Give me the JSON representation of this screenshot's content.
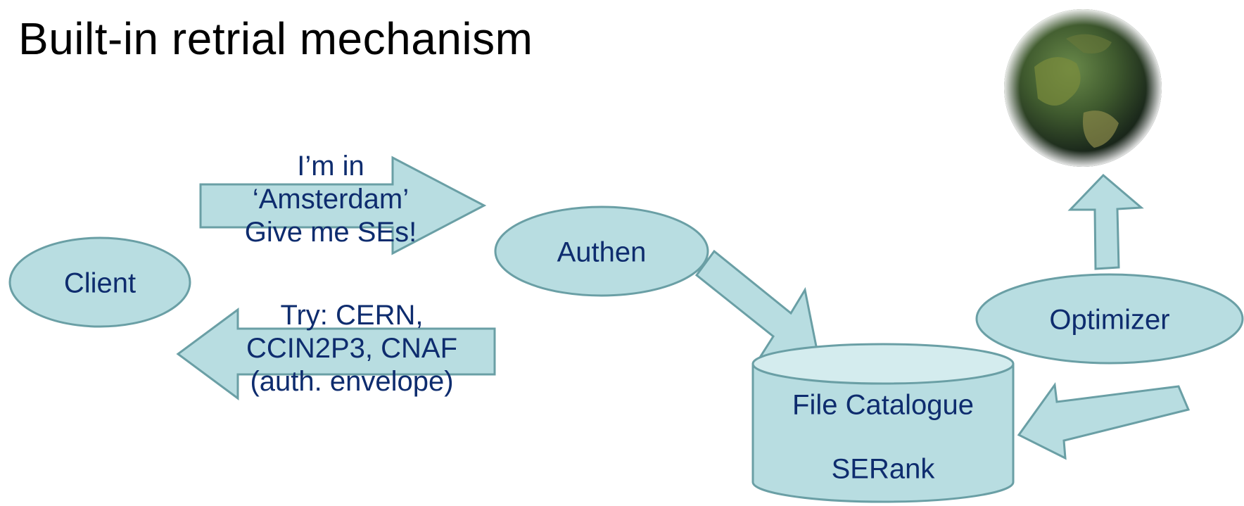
{
  "slide": {
    "title": "Built-in retrial mechanism"
  },
  "nodes": {
    "client": "Client",
    "authen": "Authen",
    "file_catalogue": "File Catalogue",
    "serank": "SERank",
    "optimizer": "Optimizer"
  },
  "messages": {
    "request": [
      "I’m in",
      "‘Amsterdam’",
      "Give me SEs!"
    ],
    "reply": [
      "Try:  CERN,",
      "CCIN2P3, CNAF",
      "(auth. envelope)"
    ]
  },
  "images": {
    "globe": "globe-image"
  },
  "colors": {
    "shape_fill": "#b8dde1",
    "shape_stroke": "#6a9fa5",
    "text": "#0e2c6e",
    "title": "#000000"
  }
}
